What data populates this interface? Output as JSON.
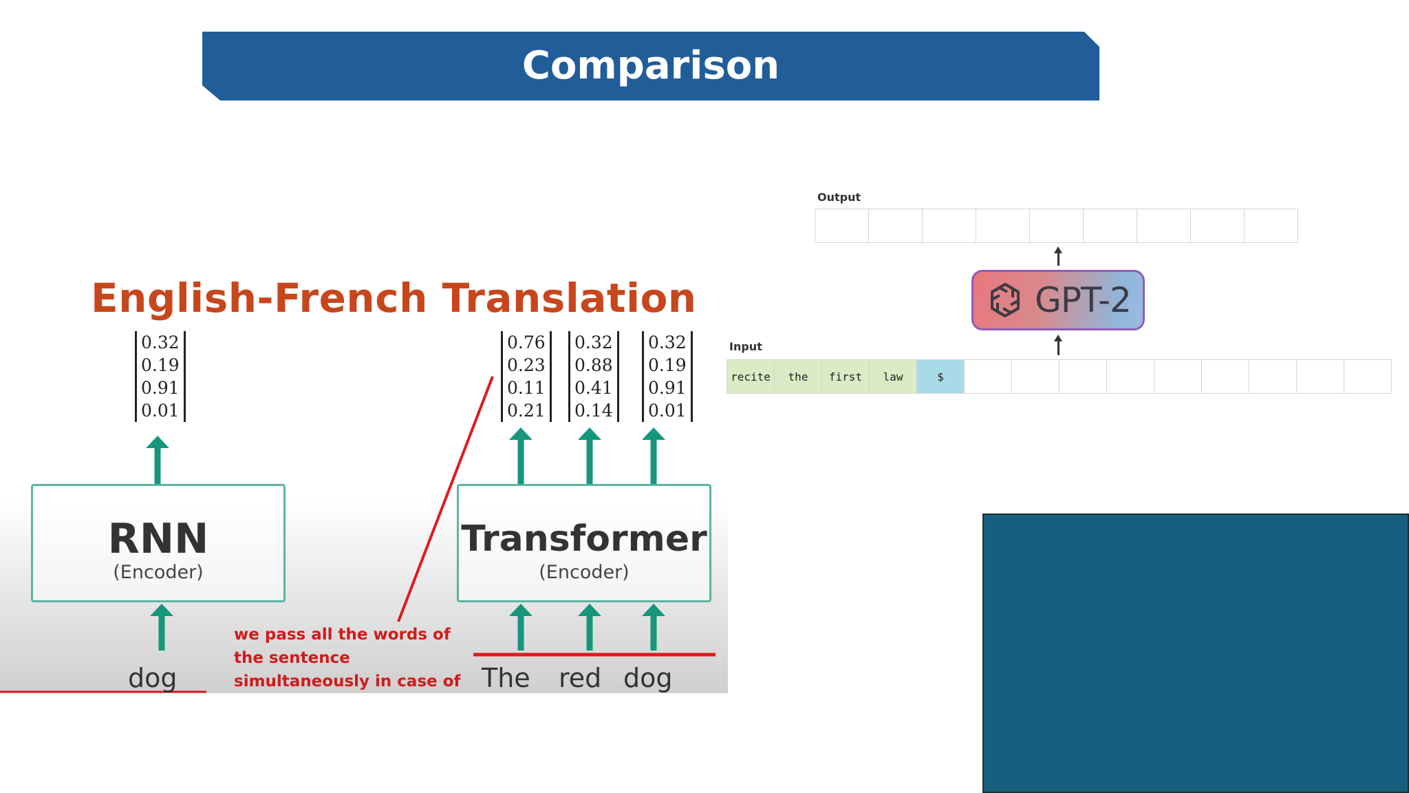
{
  "slide": {
    "title": "Comparison"
  },
  "left_panel": {
    "heading": "English-French Translation",
    "rnn": {
      "name": "RNN",
      "sub": "(Encoder)",
      "input_word": "dog",
      "output_vector": [
        "0.32",
        "0.19",
        "0.91",
        "0.01"
      ]
    },
    "transformer": {
      "name": "Transformer",
      "sub": "(Encoder)",
      "input_words": [
        "The",
        "red",
        "dog"
      ],
      "output_vectors": [
        [
          "0.76",
          "0.23",
          "0.11",
          "0.21"
        ],
        [
          "0.32",
          "0.88",
          "0.41",
          "0.14"
        ],
        [
          "0.32",
          "0.19",
          "0.91",
          "0.01"
        ]
      ]
    },
    "annotation": "we pass all the words of the sentence simultaneously in case of Transformer model",
    "colors": {
      "heading": "#c8461b",
      "arrows": "#16957f",
      "annotation": "#d11b1b"
    }
  },
  "gpt_panel": {
    "output_label": "Output",
    "input_label": "Input",
    "model_name": "GPT-2",
    "model_icon": "openai-logo-icon",
    "output_cells": 9,
    "input_tokens": [
      "recite",
      "the",
      "first",
      "law",
      "$"
    ],
    "input_total_cells": 14,
    "colors": {
      "token_bg": "#d9ecc5",
      "active_token_bg": "#a7dbe8",
      "model_border": "#8e5cb7"
    }
  },
  "placeholder_box": {
    "color": "#175f7e"
  }
}
